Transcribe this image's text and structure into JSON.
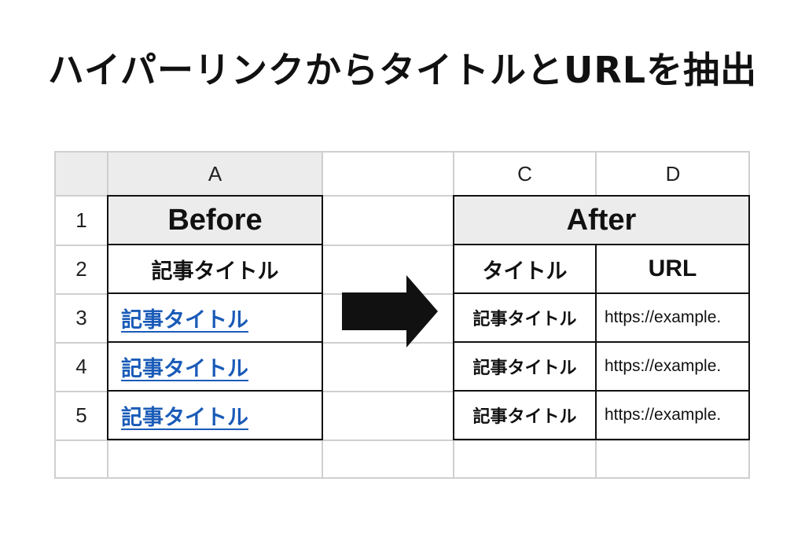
{
  "title": "ハイパーリンクからタイトルとURLを抽出",
  "columns": {
    "a": "A",
    "c": "C",
    "d": "D"
  },
  "rows": [
    "1",
    "2",
    "3",
    "4",
    "5"
  ],
  "before": {
    "header": "Before",
    "subheader": "記事タイトル",
    "links": [
      "記事タイトル",
      "記事タイトル",
      "記事タイトル"
    ]
  },
  "after": {
    "header": "After",
    "title_header": "タイトル",
    "url_header": "URL",
    "entries": [
      {
        "title": "記事タイトル",
        "url": "https://example."
      },
      {
        "title": "記事タイトル",
        "url": "https://example."
      },
      {
        "title": "記事タイトル",
        "url": "https://example."
      }
    ]
  },
  "colors": {
    "link": "#1a5bb8",
    "grid": "#cfcfcf",
    "border": "#111111",
    "header_fill": "#ececec",
    "arrow": "#111111"
  },
  "icons": {
    "arrow": "right-arrow-icon"
  }
}
